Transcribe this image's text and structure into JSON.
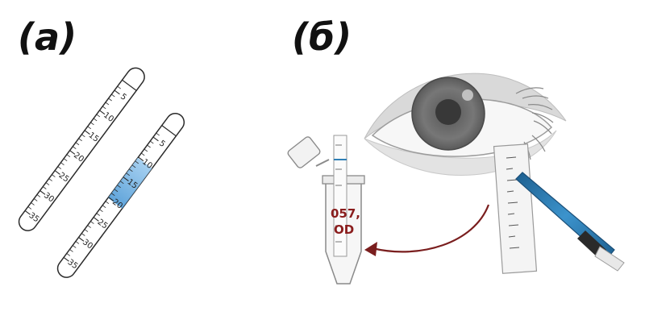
{
  "panels": {
    "a": {
      "label": "(а)"
    },
    "b": {
      "label": "(б)"
    }
  },
  "strips": {
    "tick_labels": [
      "5",
      "10",
      "15",
      "20",
      "25",
      "30",
      "35"
    ],
    "highlight_color": "#5aa6dd"
  },
  "tube": {
    "label_line1": "057,",
    "label_line2": "OD"
  },
  "colors": {
    "outline": "#2a2a2a",
    "iris": "#6d6d6d",
    "pupil": "#3a3a3a",
    "forceps": "#2f7fb6",
    "tube_text": "#8a1d1d",
    "arrow": "#7a1e1e"
  }
}
